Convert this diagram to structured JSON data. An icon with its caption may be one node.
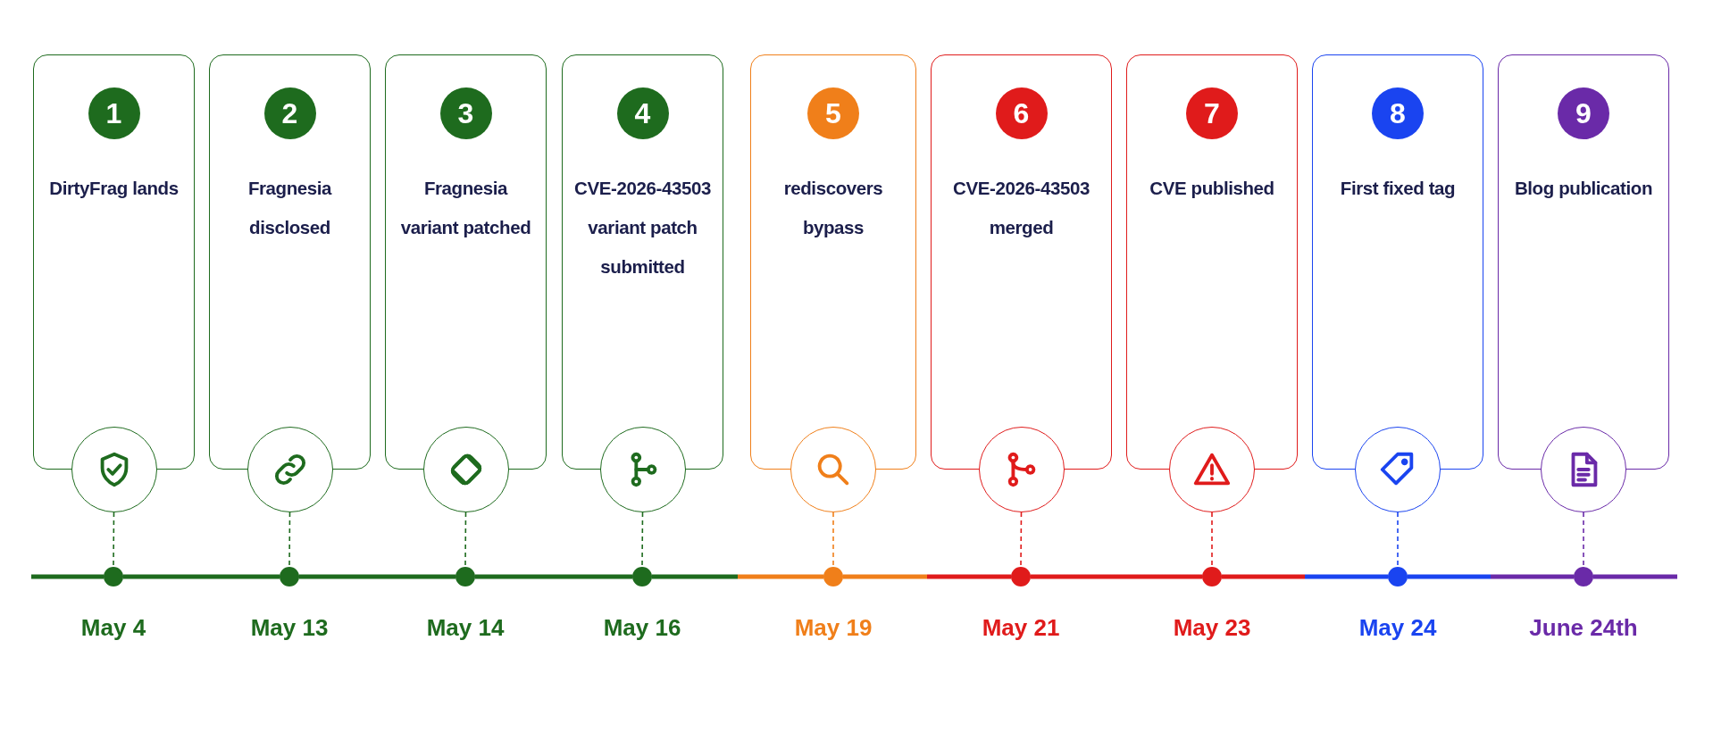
{
  "diagram": {
    "nodes": [
      {
        "text": [
          "1",
          "DirtyFrag lands"
        ]
      },
      {
        "text": [
          "2",
          "Fragnesia disclosed"
        ]
      },
      {
        "text": [
          "3",
          "Fragnesia variant patched"
        ]
      },
      {
        "text": [
          "4",
          "CVE-2026-43503 variant patch submitted"
        ]
      },
      {
        "text": [
          "5",
          "rediscovers bypass"
        ]
      },
      {
        "text": [
          "6",
          "CVE-2026-43503 merged"
        ]
      },
      {
        "text": [
          "7",
          "CVE published"
        ]
      },
      {
        "text": [
          "8",
          "First fixed tag"
        ]
      },
      {
        "text": [
          "9",
          "Blog publication"
        ]
      },
      {
        "text": [],
        "shape": "circle",
        "beside": [
          "May 4"
        ]
      },
      {
        "text": [],
        "shape": "circle",
        "beside": [
          "May 13"
        ]
      },
      {
        "text": [],
        "shape": "circle",
        "beside": [
          "May 14"
        ]
      },
      {
        "text": [],
        "shape": "circle",
        "beside": [
          "May 16"
        ]
      },
      {
        "text": [],
        "shape": "circle",
        "beside": [
          "May 19"
        ]
      },
      {
        "text": [],
        "shape": "circle",
        "beside": [
          "May 21"
        ]
      },
      {
        "text": [],
        "shape": "circle",
        "beside": [
          "May 23"
        ]
      },
      {
        "text": [],
        "shape": "circle",
        "beside": [
          "May 24"
        ]
      },
      {
        "text": [],
        "shape": "circle",
        "beside": [
          "June 24th"
        ]
      }
    ],
    "edges": [
      {
        "from": 0,
        "to": 9,
        "arrow": "none",
        "style": "dashed"
      },
      {
        "from": 1,
        "to": 10,
        "arrow": "none",
        "style": "dashed"
      },
      {
        "from": 2,
        "to": 11,
        "arrow": "none",
        "style": "dashed"
      },
      {
        "from": 3,
        "to": 12,
        "arrow": "none",
        "style": "dashed"
      },
      {
        "from": 4,
        "to": 13,
        "arrow": "none",
        "style": "dashed",
        "color": "#f07f1a"
      },
      {
        "from": 5,
        "to": 14,
        "arrow": "none",
        "style": "dashed",
        "color": "#e01b1b"
      },
      {
        "from": 6,
        "to": 15,
        "arrow": "none",
        "style": "dashed",
        "color": "#e01b1b"
      },
      {
        "from": 7,
        "to": 16,
        "arrow": "none",
        "style": "dashed",
        "color": "#1a44f0"
      },
      {
        "from": 8,
        "to": 17,
        "arrow": "none",
        "style": "dashed",
        "color": "#6a2aa8"
      },
      {
        "from": 9,
        "to": 10,
        "arrow": "none"
      },
      {
        "from": 10,
        "to": 11,
        "arrow": "none"
      },
      {
        "from": 11,
        "to": 12,
        "arrow": "none"
      },
      {
        "from": 12,
        "to": 13,
        "arrow": "none",
        "color": "#f07f1a"
      },
      {
        "from": 13,
        "to": 14,
        "arrow": "none",
        "color": "#e01b1b"
      },
      {
        "from": 14,
        "to": 15,
        "arrow": "none",
        "color": "#e01b1b"
      },
      {
        "from": 15,
        "to": 16,
        "arrow": "none",
        "color": "#1a44f0"
      },
      {
        "from": 16,
        "to": 17,
        "arrow": "none",
        "color": "#6a2aa8"
      }
    ]
  }
}
